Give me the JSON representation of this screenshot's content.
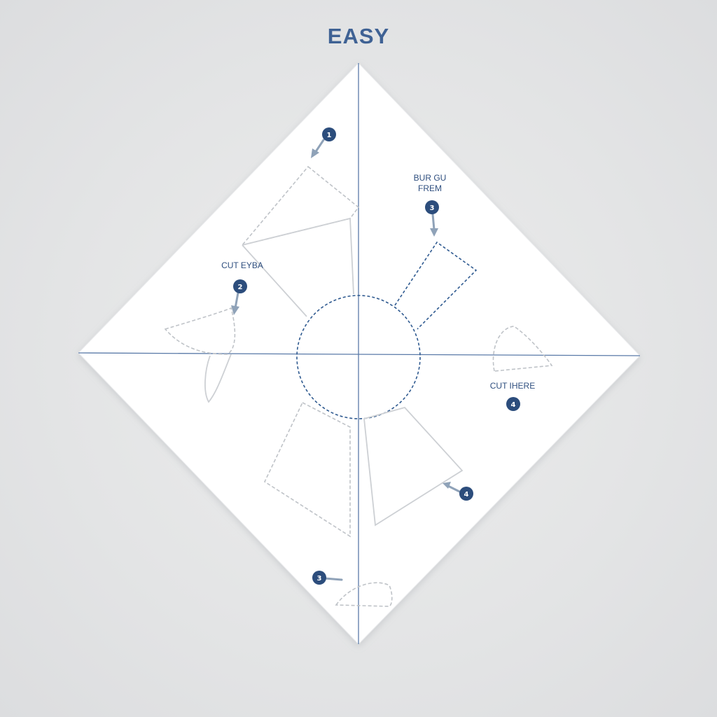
{
  "title": "EASY",
  "labels": {
    "top_right_line1": "BUR GU",
    "top_right_line2": "FREM",
    "left": "CUT EYBA",
    "right": "CUT IHERE"
  },
  "badges": {
    "b1": "1",
    "b2": "2",
    "b3_top": "3",
    "b4_right": "4",
    "b4_bottom": "4",
    "b3_bottom": "3"
  },
  "colors": {
    "title": "#3f6294",
    "badge": "#2c4d7c",
    "fold_line": "#5a7aa8",
    "paper": "#ffffff",
    "background": "#e2e3e4"
  }
}
